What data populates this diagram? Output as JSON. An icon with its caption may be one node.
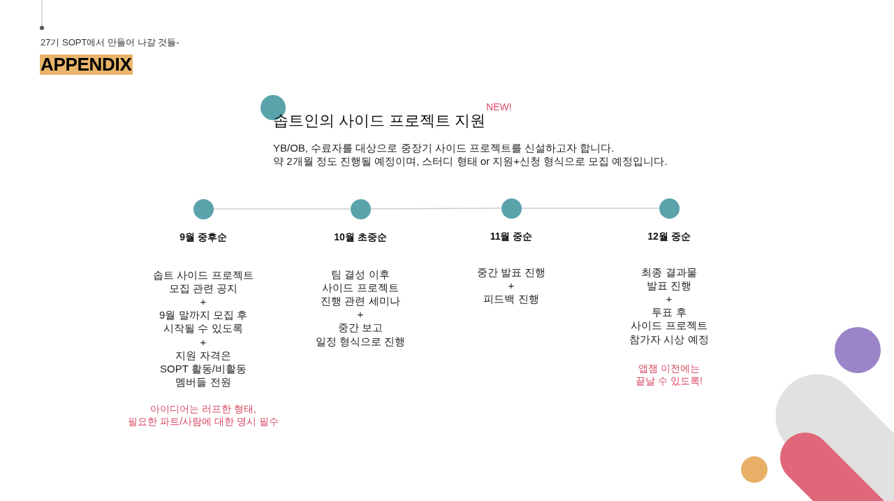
{
  "diagram": {
    "title": "APPENDIX",
    "nodes": [
      {
        "text": [],
        "shape": "circle",
        "beside": [
          "9월 중후순",
          "솝트 사이드 프로젝트 모집 관련 공지 + 9월 말까지 모집 후 시작될 수 있도록 + 지원 자격은 SOPT 활동/비활동 멤버들 전원",
          "아이디어는 러프한 형태, 필요한 파트/사람에 대한 명시 필수"
        ]
      },
      {
        "text": [],
        "shape": "circle",
        "beside": [
          "10월 초중순",
          "팀 결성 이후 사이드 프로젝트 진행 관련 세미나 + 중간 보고 일정 형식으로 진행"
        ]
      },
      {
        "text": [],
        "shape": "circle",
        "beside": [
          "11월 중순",
          "중간 발표 진행 + 피드백 진행"
        ]
      },
      {
        "text": [],
        "shape": "circle",
        "beside": [
          "12월 중순",
          "최종 결과물 발표 진행 + 투표 후 사이드 프로젝트 참가자 시상 예정",
          "앱잼 이전에는 끝날 수 있도록!"
        ]
      }
    ],
    "edges": [
      {
        "from": 0,
        "to": 1,
        "arrow": "none"
      },
      {
        "from": 1,
        "to": 2,
        "arrow": "none"
      },
      {
        "from": 2,
        "to": 3,
        "arrow": "none"
      }
    ],
    "labels": [
      "27기 SOPT에서 만들어 나갈 것들-",
      "솝트인의 사이드 프로젝트 지원",
      "NEW!",
      "YB/OB, 수료자를 대상으로 중장기 사이드 프로젝트를 신설하고자 합니다. 약 2개월 정도 진행될 예정이며, 스터디 형태 or 지원+신청 형식으로 모집 예정입니다."
    ]
  }
}
